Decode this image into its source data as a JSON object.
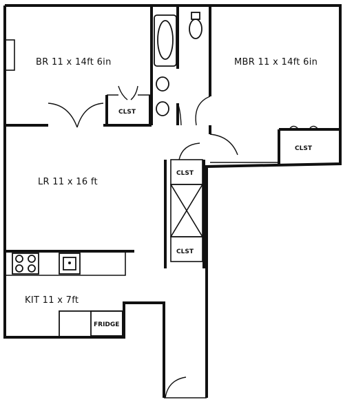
{
  "rooms": {
    "br": "BR  11 x 14ft 6in",
    "mbr": "MBR  11 x 14ft 6in",
    "lr": "LR  11 x 16 ft",
    "kit": "KIT  11 x 7ft"
  },
  "closets": {
    "br": "CLST",
    "mbr": "CLST",
    "hall_top": "CLST",
    "hall_bottom": "CLST"
  },
  "appliances": {
    "fridge": "FRIDGE"
  }
}
